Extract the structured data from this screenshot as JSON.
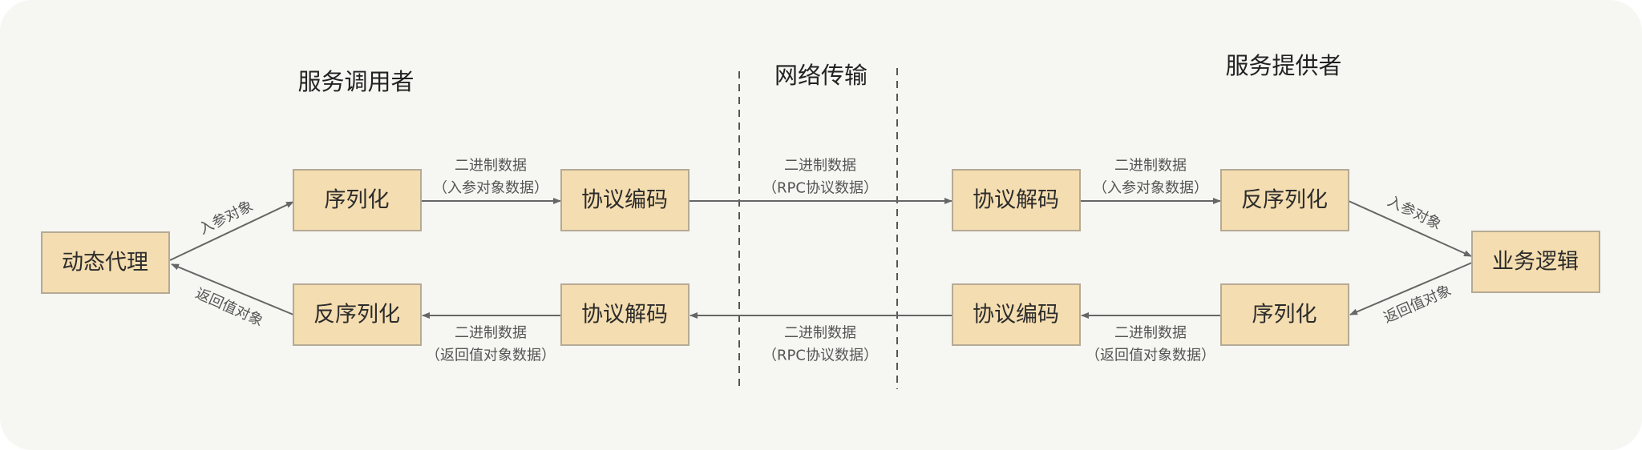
{
  "titles": {
    "consumer": "服务调用者",
    "network": "网络传输",
    "provider": "服务提供者"
  },
  "boxes": {
    "proxy": "动态代理",
    "serialize_l": "序列化",
    "encode_l": "协议编码",
    "deserialize_l": "反序列化",
    "decode_l": "协议解码",
    "decode_r": "协议解码",
    "deserialize_r": "反序列化",
    "logic": "业务逻辑",
    "encode_r": "协议编码",
    "serialize_r": "序列化"
  },
  "labels": {
    "binary": "二进制数据",
    "param_data": "（入参对象数据）",
    "rpc_data": "（RPC协议数据）",
    "return_data": "（返回值对象数据）",
    "param_obj": "入参对象",
    "return_obj": "返回值对象"
  },
  "colors": {
    "box_fill": "#f4ddb0",
    "background": "#f6f6f3"
  }
}
